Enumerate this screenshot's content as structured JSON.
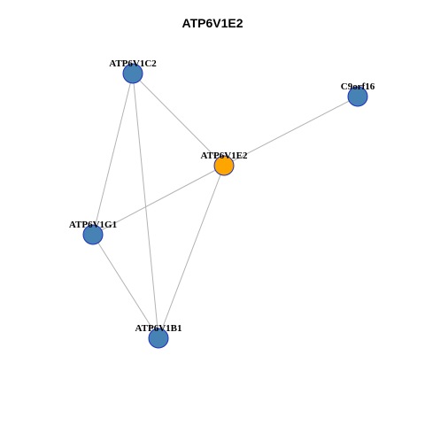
{
  "title": "ATP6V1E2",
  "colors": {
    "center_node": "#ffa500",
    "neighbor_node": "#4682b4",
    "node_border": "#1f2fbf",
    "edge": "#b3b3b3"
  },
  "nodes": [
    {
      "id": "ATP6V1C2",
      "label": "ATP6V1C2",
      "role": "neighbor"
    },
    {
      "id": "C9orf16",
      "label": "C9orf16",
      "role": "neighbor"
    },
    {
      "id": "ATP6V1E2",
      "label": "ATP6V1E2",
      "role": "center"
    },
    {
      "id": "ATP6V1G1",
      "label": "ATP6V1G1",
      "role": "neighbor"
    },
    {
      "id": "ATP6V1B1",
      "label": "ATP6V1B1",
      "role": "neighbor"
    }
  ],
  "edges": [
    {
      "source": "ATP6V1C2",
      "target": "ATP6V1E2"
    },
    {
      "source": "ATP6V1C2",
      "target": "ATP6V1G1"
    },
    {
      "source": "ATP6V1C2",
      "target": "ATP6V1B1"
    },
    {
      "source": "C9orf16",
      "target": "ATP6V1E2"
    },
    {
      "source": "ATP6V1E2",
      "target": "ATP6V1G1"
    },
    {
      "source": "ATP6V1E2",
      "target": "ATP6V1B1"
    },
    {
      "source": "ATP6V1G1",
      "target": "ATP6V1B1"
    }
  ]
}
